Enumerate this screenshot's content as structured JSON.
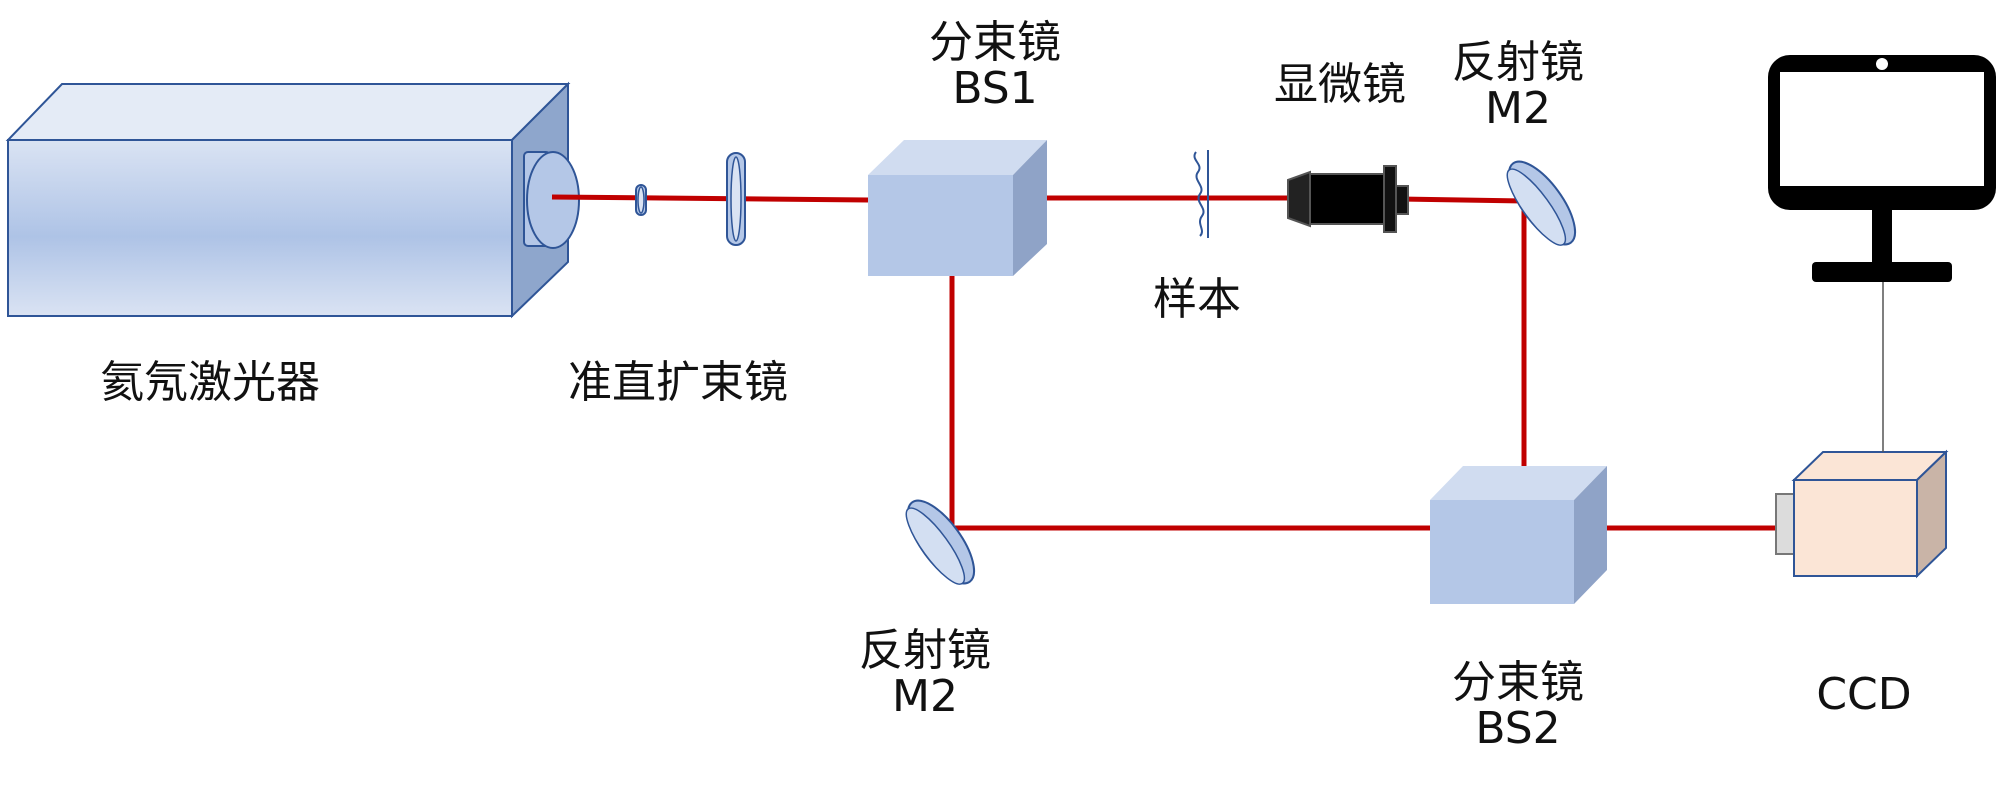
{
  "colors": {
    "beam": "#C00000",
    "component_fill": "#B4C7E7",
    "component_stroke": "#2F5597",
    "ccd_fill": "#FBE5D6",
    "black": "#000000"
  },
  "labels": {
    "laser": "氦氖激光器",
    "expander": "准直扩束镜",
    "bs1_name": "分束镜",
    "bs1_id": "BS1",
    "sample": "样本",
    "microscope": "显微镜",
    "mirror_top_name": "反射镜",
    "mirror_top_id": "M2",
    "mirror_bottom_name": "反射镜",
    "mirror_bottom_id": "M2",
    "bs2_name": "分束镜",
    "bs2_id": "BS2",
    "ccd": "CCD"
  },
  "icons": {
    "laser": "laser-box-icon",
    "lens": "lens-icon",
    "beam_splitter": "cube-icon",
    "sample": "sample-wave-icon",
    "objective": "objective-icon",
    "mirror": "mirror-disc-icon",
    "camera": "camera-icon",
    "monitor": "monitor-icon"
  }
}
